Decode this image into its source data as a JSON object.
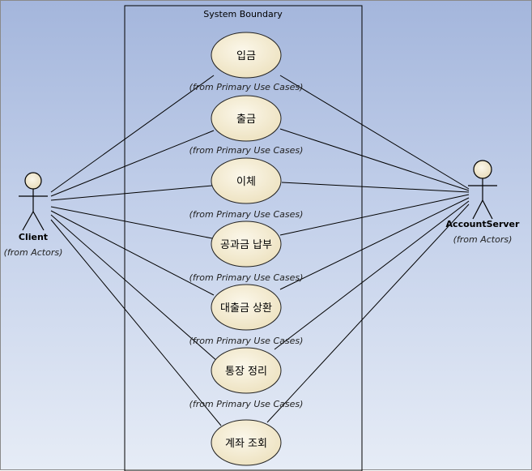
{
  "boundary": {
    "title": "System Boundary"
  },
  "actors": [
    {
      "id": "client",
      "name": "Client",
      "from": "(from Actors)"
    },
    {
      "id": "account-server",
      "name": "AccountServer",
      "from": "(from Actors)"
    }
  ],
  "use_cases": [
    {
      "id": "deposit",
      "label": "입금",
      "from": "(from Primary Use Cases)"
    },
    {
      "id": "withdraw",
      "label": "출금",
      "from": "(from Primary Use Cases)"
    },
    {
      "id": "transfer",
      "label": "이체",
      "from": "(from Primary Use Cases)"
    },
    {
      "id": "bill-payment",
      "label": "공과금 납부",
      "from": "(from Primary Use Cases)"
    },
    {
      "id": "loan-repayment",
      "label": "대출금 상환",
      "from": "(from Primary Use Cases)"
    },
    {
      "id": "passbook-update",
      "label": "통장 정리",
      "from": "(from Primary Use Cases)"
    },
    {
      "id": "account-inquiry",
      "label": "계좌 조회",
      "from": ""
    }
  ],
  "colors": {
    "usecase_fill": "#f7f0d8",
    "usecase_stroke": "#222222",
    "line": "#000000",
    "actor_head_fill": "#f5efdc"
  }
}
